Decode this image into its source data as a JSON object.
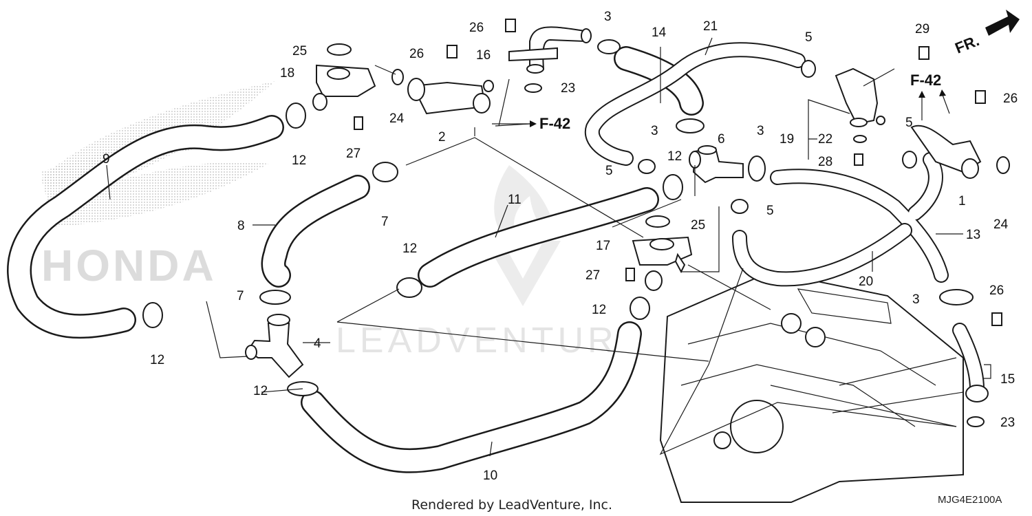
{
  "diagram": {
    "callouts": [
      "1",
      "2",
      "3",
      "4",
      "5",
      "6",
      "7",
      "8",
      "9",
      "10",
      "11",
      "12",
      "13",
      "14",
      "15",
      "16",
      "17",
      "18",
      "19",
      "20",
      "21",
      "22",
      "23",
      "24",
      "25",
      "26",
      "27",
      "28",
      "29"
    ],
    "references": {
      "f42_middle": "F-42",
      "f42_right": "F-42"
    },
    "direction_label": "FR.",
    "footer_credit": "Rendered by LeadVenture, Inc.",
    "diagram_code": "MJG4E2100A",
    "watermark_text": "LEADVENTURE",
    "honda_logo_text": "HONDA"
  }
}
